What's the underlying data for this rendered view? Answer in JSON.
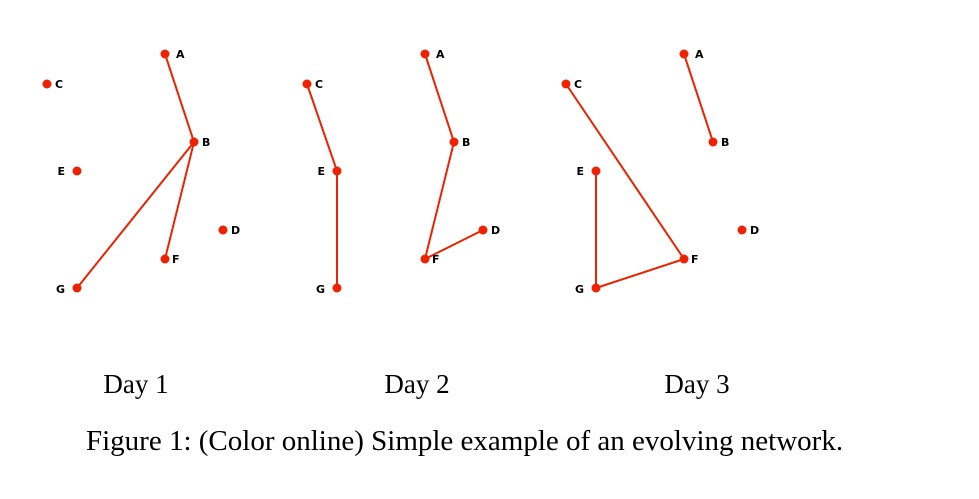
{
  "figure": {
    "edge_color": "#ee2200",
    "node_color": "#ee2200",
    "panels": [
      {
        "label": "Day 1",
        "nodes": [
          "A",
          "B",
          "C",
          "D",
          "E",
          "F",
          "G"
        ],
        "edges": [
          [
            "A",
            "B"
          ],
          [
            "B",
            "G"
          ],
          [
            "B",
            "F"
          ]
        ]
      },
      {
        "label": "Day 2",
        "nodes": [
          "A",
          "B",
          "C",
          "D",
          "E",
          "F",
          "G"
        ],
        "edges": [
          [
            "C",
            "E"
          ],
          [
            "E",
            "G"
          ],
          [
            "A",
            "B"
          ],
          [
            "B",
            "F"
          ],
          [
            "F",
            "D"
          ]
        ]
      },
      {
        "label": "Day 3",
        "nodes": [
          "A",
          "B",
          "C",
          "D",
          "E",
          "F",
          "G"
        ],
        "edges": [
          [
            "C",
            "F"
          ],
          [
            "A",
            "B"
          ],
          [
            "E",
            "G"
          ],
          [
            "G",
            "F"
          ]
        ]
      }
    ]
  },
  "caption": "Figure 1: (Color online) Simple example of an evolving network."
}
